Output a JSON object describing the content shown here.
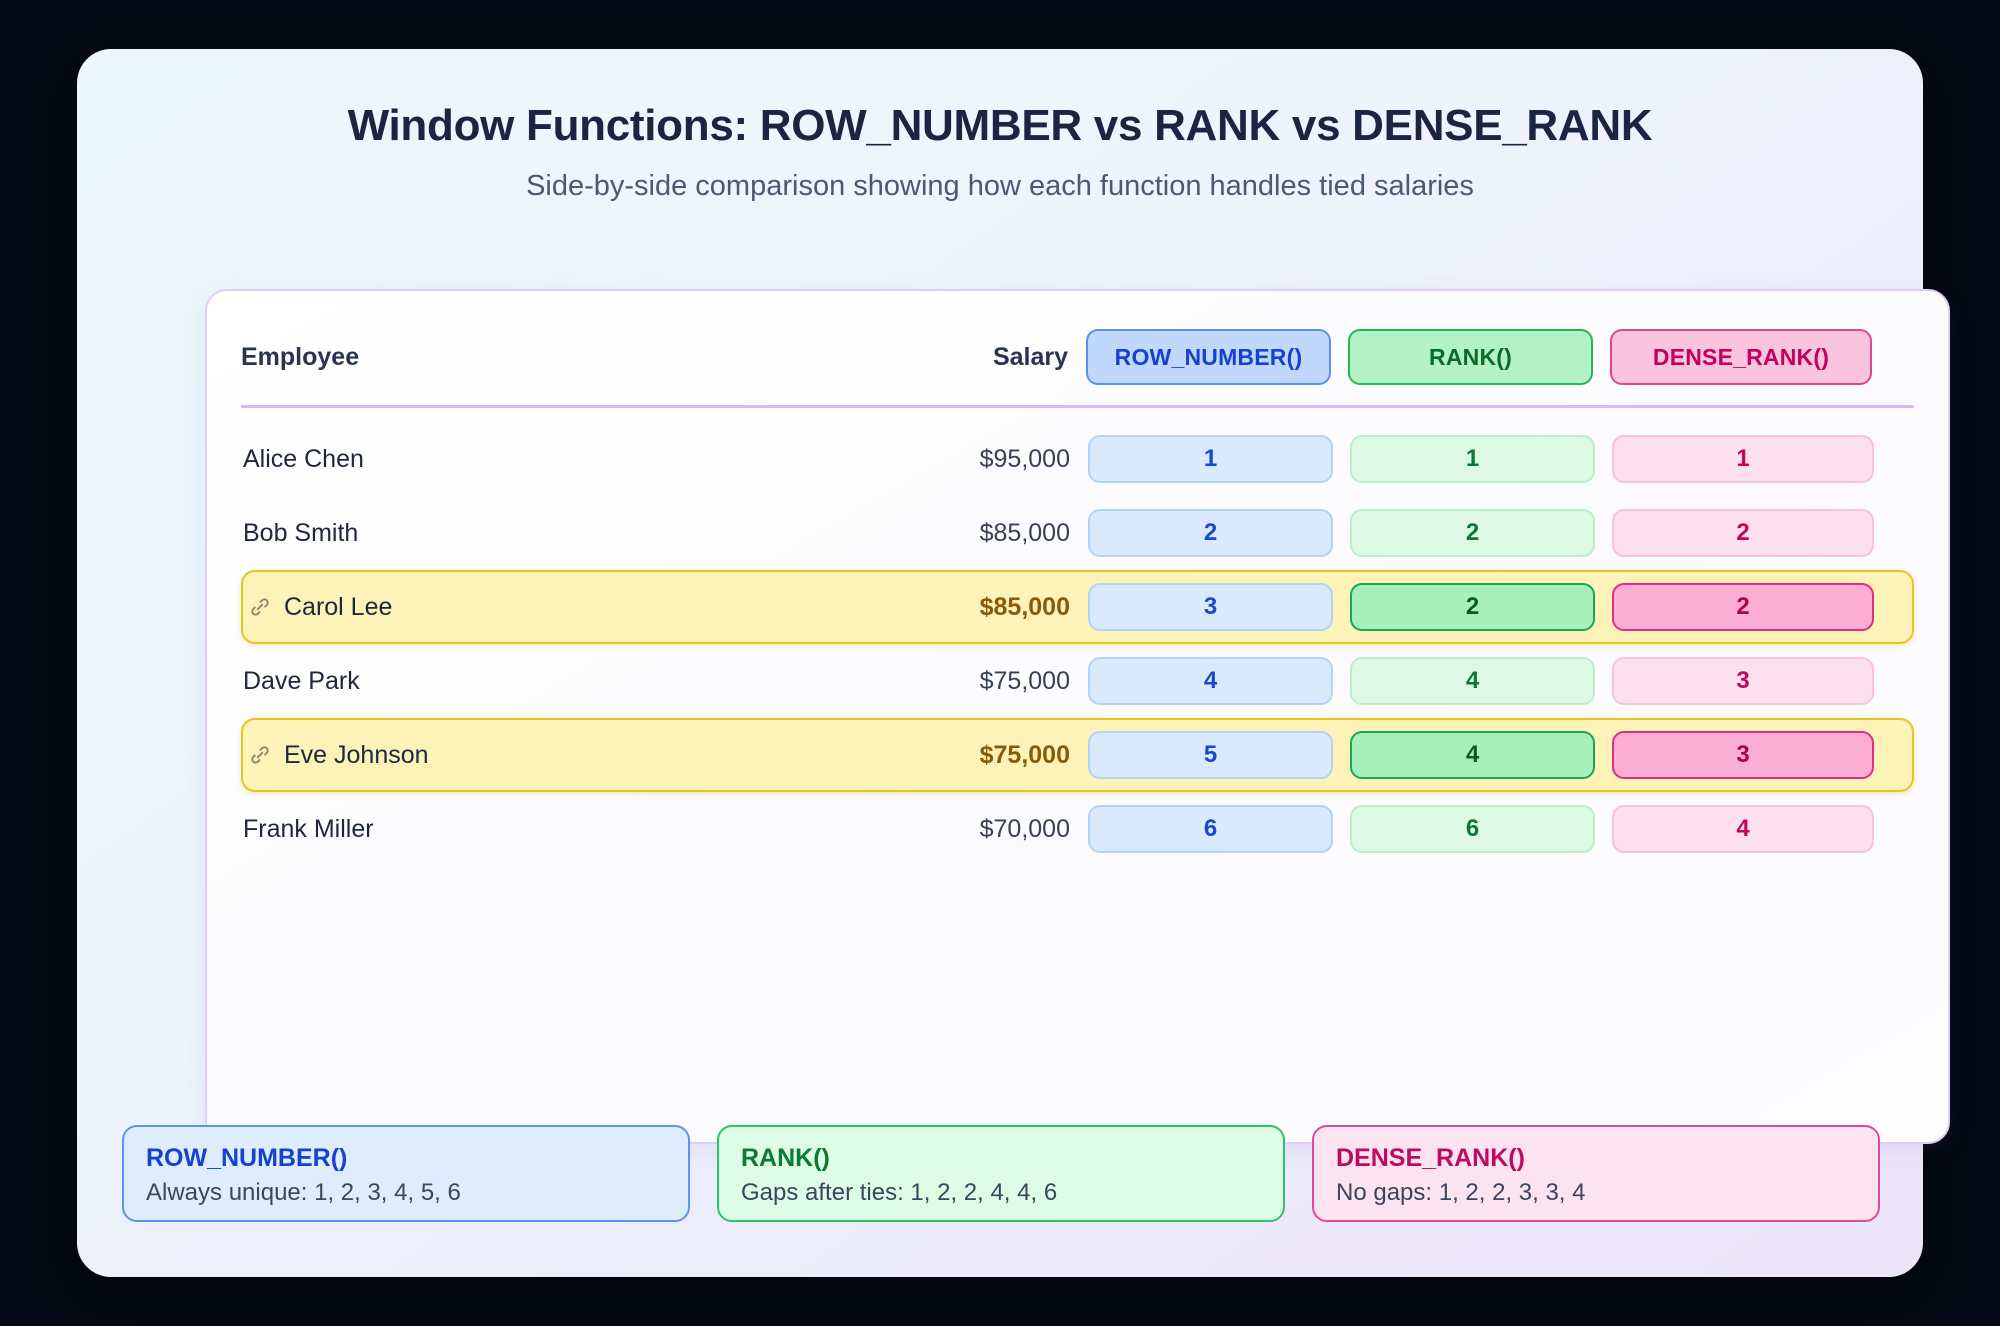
{
  "header": {
    "title": "Window Functions: ROW_NUMBER vs RANK vs DENSE_RANK",
    "subtitle": "Side-by-side comparison showing how each function handles tied salaries"
  },
  "table": {
    "columns": {
      "employee": "Employee",
      "salary": "Salary",
      "row_number": "ROW_NUMBER()",
      "rank": "RANK()",
      "dense_rank": "DENSE_RANK()"
    },
    "rows": [
      {
        "name": "Alice Chen",
        "salary": "$95,000",
        "row_number": "1",
        "rank": "1",
        "dense_rank": "1",
        "tied": false,
        "icon": ""
      },
      {
        "name": "Bob Smith",
        "salary": "$85,000",
        "row_number": "2",
        "rank": "2",
        "dense_rank": "2",
        "tied": false,
        "icon": ""
      },
      {
        "name": "Carol Lee",
        "salary": "$85,000",
        "row_number": "3",
        "rank": "2",
        "dense_rank": "2",
        "tied": true,
        "icon": "link-icon"
      },
      {
        "name": "Dave Park",
        "salary": "$75,000",
        "row_number": "4",
        "rank": "4",
        "dense_rank": "3",
        "tied": false,
        "icon": ""
      },
      {
        "name": "Eve Johnson",
        "salary": "$75,000",
        "row_number": "5",
        "rank": "4",
        "dense_rank": "3",
        "tied": true,
        "icon": "link-icon"
      },
      {
        "name": "Frank Miller",
        "salary": "$70,000",
        "row_number": "6",
        "rank": "6",
        "dense_rank": "4",
        "tied": false,
        "icon": ""
      }
    ]
  },
  "legend": [
    {
      "title": "ROW_NUMBER()",
      "desc": "Always unique: 1, 2, 3, 4, 5, 6",
      "color": "#1642cd"
    },
    {
      "title": "RANK()",
      "desc": "Gaps after ties: 1, 2, 2, 4, 4, 6",
      "color": "#0a7a34"
    },
    {
      "title": "DENSE_RANK()",
      "desc": "No gaps: 1, 2, 2, 3, 3, 4",
      "color": "#c00a62"
    }
  ],
  "colors": {
    "background": "#050a16",
    "row_number_accent": "#1747d4",
    "rank_accent": "#0d7536",
    "dense_rank_accent": "#c1065c",
    "tie_highlight": "#fdf2b8",
    "tie_border": "#e8c51c",
    "divider": "#d9b6f4"
  }
}
